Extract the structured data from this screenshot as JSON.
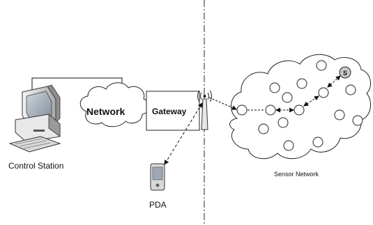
{
  "diagram": {
    "labels": {
      "control_station": "Control Station",
      "network": "Network",
      "gateway": "Gateway",
      "pda": "PDA",
      "sensor_network": "Sensor Network",
      "sink_node": "S"
    }
  }
}
